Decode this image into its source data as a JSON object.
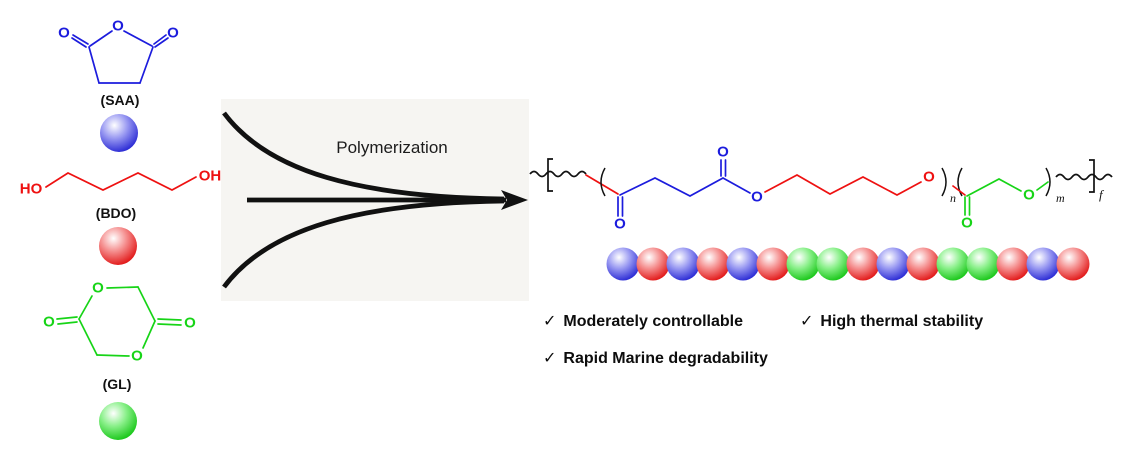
{
  "scheme": {
    "arrow_label": "Polymerization",
    "atom_labels": {
      "o": "O",
      "ho": "HO",
      "oh": "OH"
    },
    "subscripts": {
      "n": "n",
      "m": "m",
      "f": "f"
    },
    "monomers": [
      {
        "name": "(SAA)",
        "bead_color": "blue"
      },
      {
        "name": "(BDO)",
        "bead_color": "red"
      },
      {
        "name": "(GL)",
        "bead_color": "green"
      }
    ],
    "polymer_beads": [
      "blue",
      "red",
      "blue",
      "red",
      "blue",
      "red",
      "green",
      "green",
      "red",
      "blue",
      "red",
      "green",
      "green",
      "red",
      "blue",
      "red"
    ],
    "features": [
      {
        "check": "✓",
        "text": "Moderately controllable"
      },
      {
        "check": "✓",
        "text": "High thermal stability"
      },
      {
        "check": "✓",
        "text": "Rapid Marine degradability"
      }
    ],
    "colors": {
      "blue": "#1c1cdd",
      "red": "#ee1111",
      "green": "#17d417",
      "ink": "#111111"
    }
  }
}
